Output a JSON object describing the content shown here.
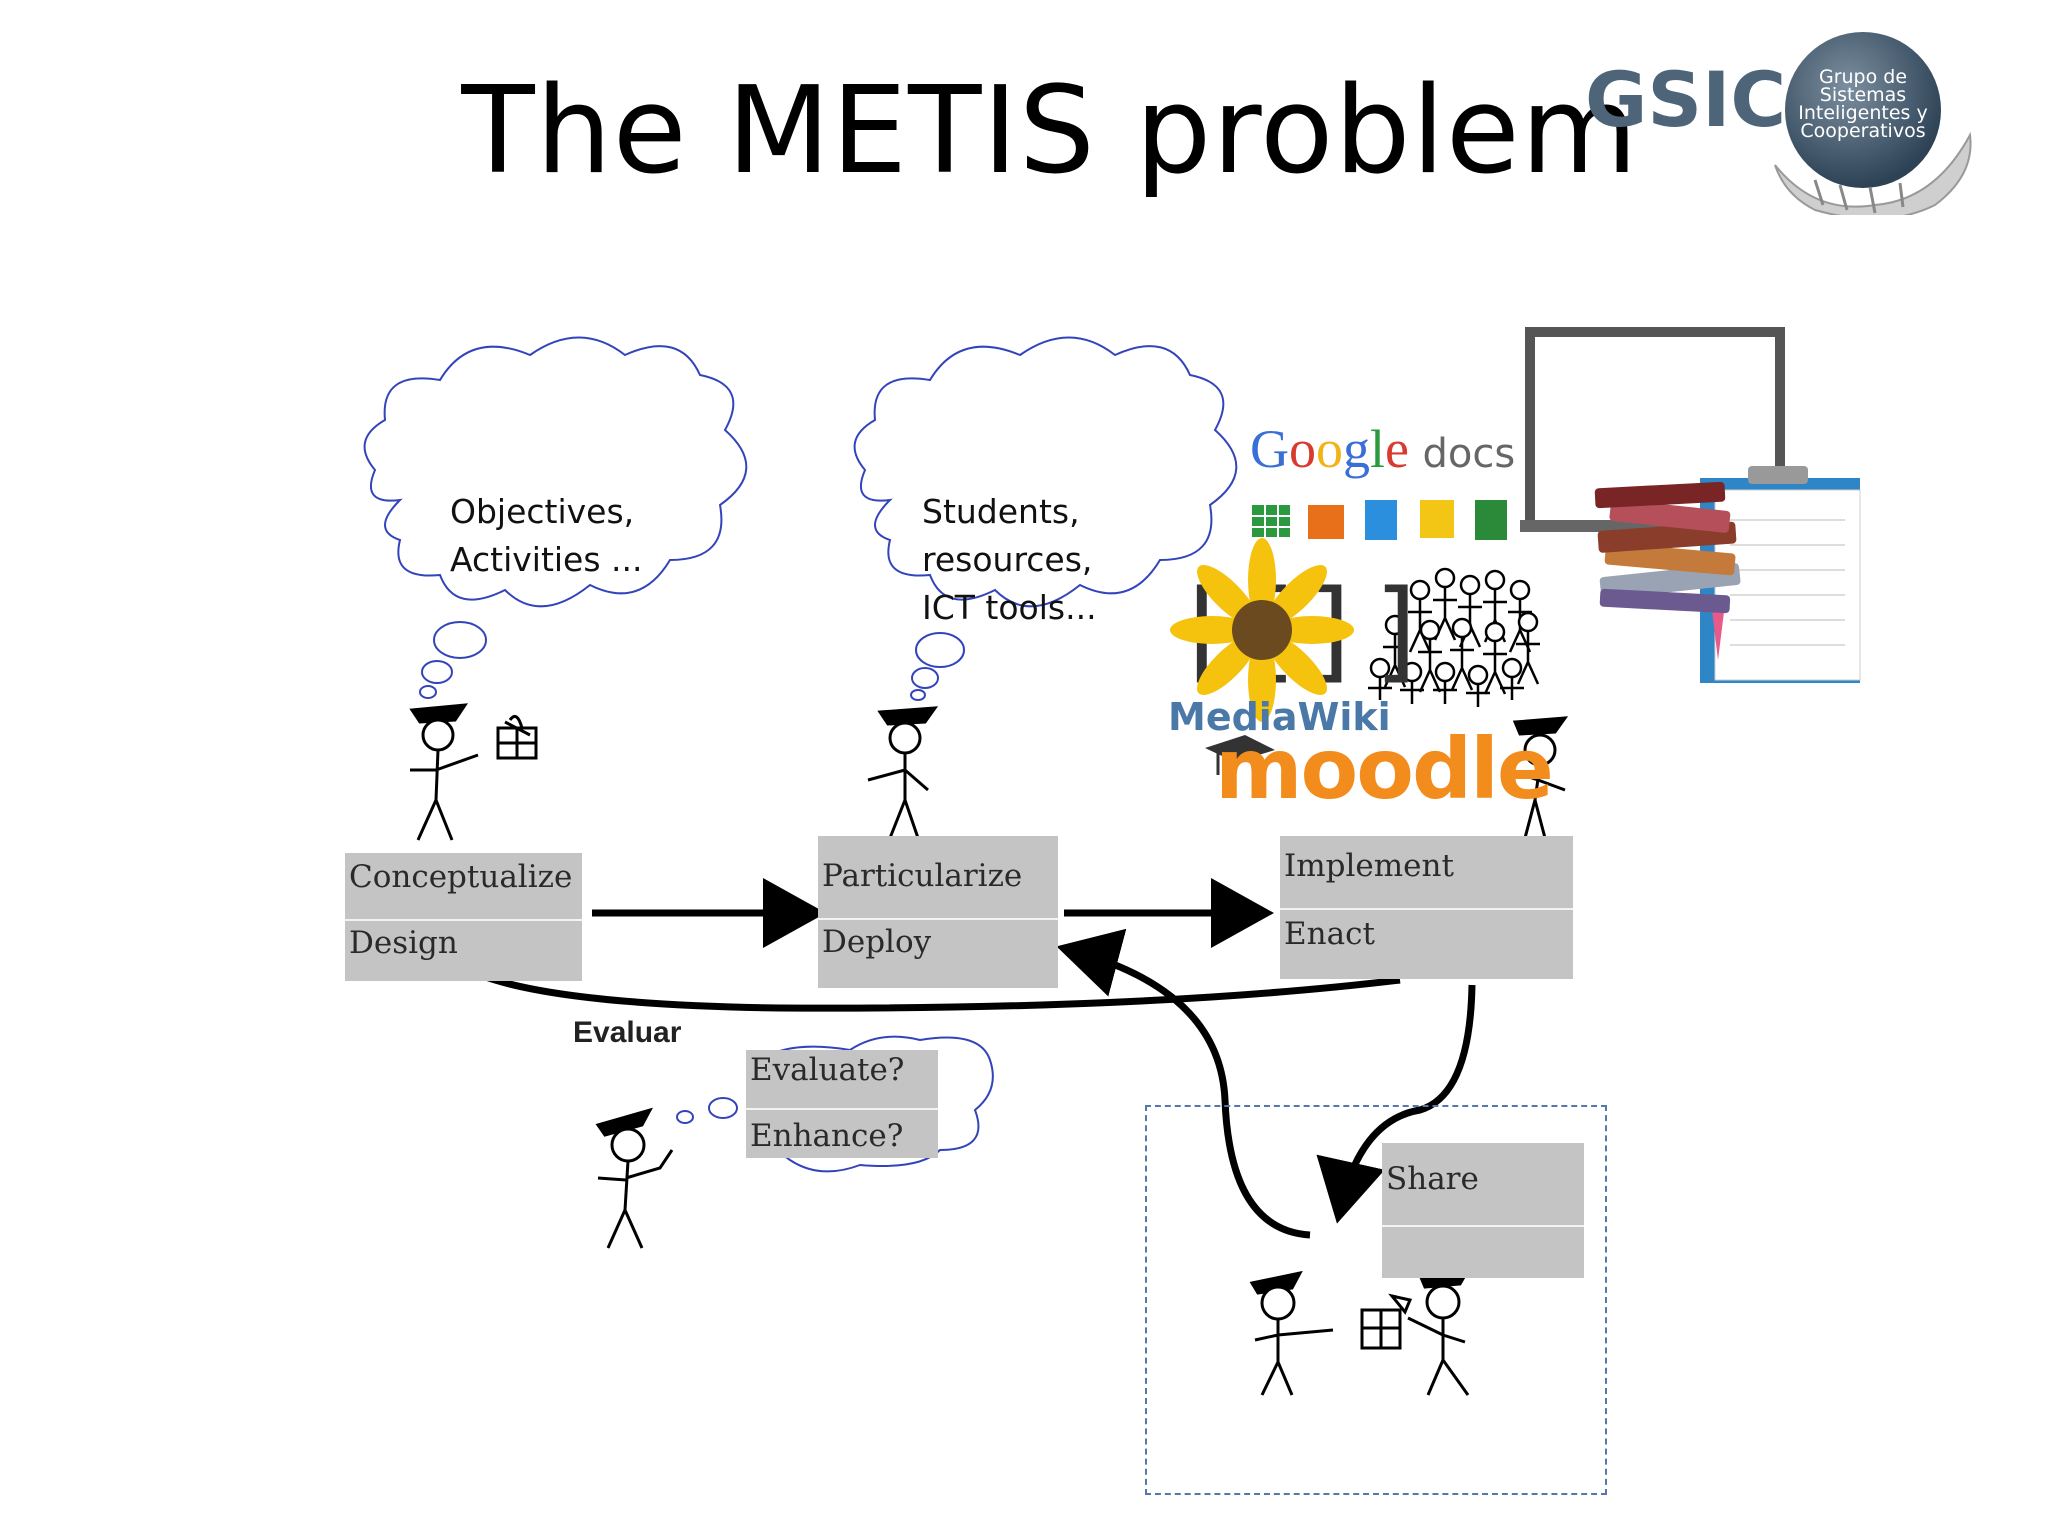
{
  "slide": {
    "title": "The METIS problem"
  },
  "logo": {
    "text": "GSIC",
    "tagline": "Grupo de Sistemas Inteligentes y Cooperativos"
  },
  "thoughts": {
    "design": [
      "Objectives,",
      "Activities ..."
    ],
    "particularize": [
      "Students,",
      "resources,",
      "ICT tools..."
    ]
  },
  "stages": {
    "design": {
      "top": "Conceptualize",
      "bottom": "Design"
    },
    "particularize": {
      "top": "Particularize",
      "bottom": "Deploy"
    },
    "implement": {
      "top": "Implement",
      "bottom": "Enact"
    },
    "evaluate": {
      "top": "Evaluate?",
      "bottom": "Enhance?"
    },
    "share": {
      "top": "Share"
    }
  },
  "arrow_label": "Evaluar",
  "tools": {
    "google": "Google",
    "docs": "docs",
    "mediawiki": "MediaWiki",
    "moodle": "moodle"
  }
}
